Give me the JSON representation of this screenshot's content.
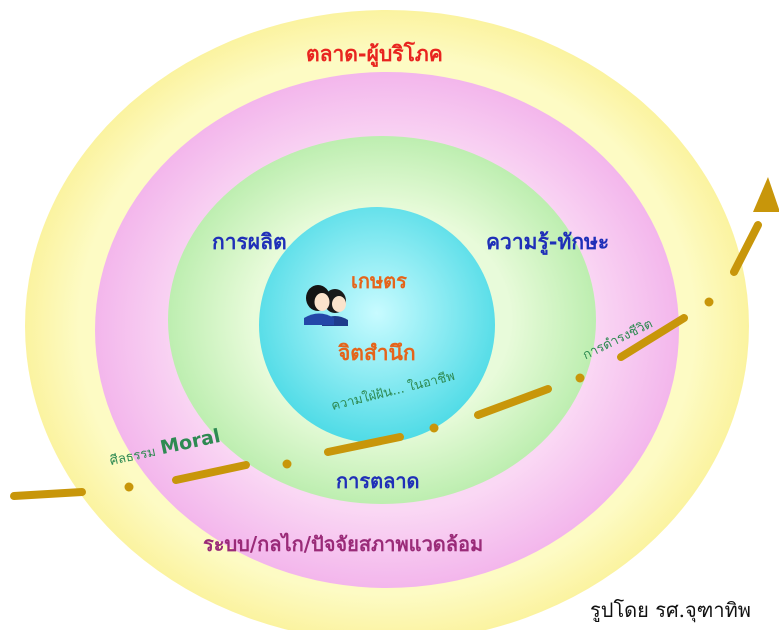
{
  "rings": {
    "outer": {
      "label": "ตลาด-ผู้บริโภค",
      "color": "#e8241f",
      "fill": "#fdfab0"
    },
    "middle": {
      "label_left": "การผลิต",
      "label_right": "ความรู้-ทักษะ",
      "label_color": "#1f2fb8",
      "fill": "#f6c2ee"
    },
    "inner": {
      "label": "การตลาด",
      "label_color": "#1f2fb8",
      "fill": "#d4f5c4"
    },
    "core": {
      "label_top": "เกษตร",
      "label_center": "จิตสำนึก",
      "label_color": "#e5641a",
      "fill": "#72e6ef"
    }
  },
  "bottom_label": {
    "text": "ระบบ/กลไก/ปัจจัยสภาพแวดล้อม",
    "color": "#9a2b78"
  },
  "path": {
    "color": "#c8960a",
    "labels": {
      "moral_th": "ศีลธรรม",
      "moral_en": "Moral",
      "aspiration": "ความใฝ่ฝัน... ในอาชีพ",
      "livelihood": "การดำรงชีวิต",
      "color": "#2e8a52"
    }
  },
  "icons": {
    "core": "people-icon",
    "path_end": "arrowhead-icon"
  },
  "credit": "รูปโดย รศ.จุฑาทิพ"
}
